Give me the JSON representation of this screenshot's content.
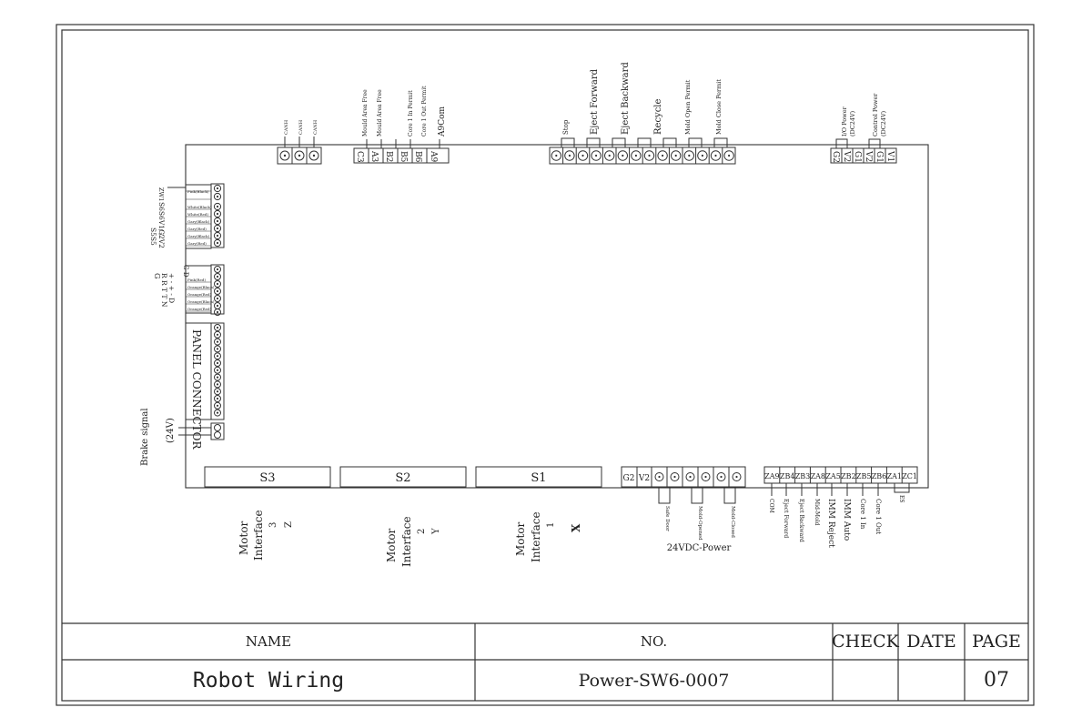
{
  "connectors": {
    "can": [
      "CANH",
      "CANH",
      "CANH"
    ],
    "top_signals": {
      "labels": [
        "Mould Area Free",
        "Mould Area Free",
        "Core 1 In Permit",
        "Core 1 Out Permit",
        "A9Com"
      ],
      "pins": [
        "C3",
        "A3",
        "B2",
        "B5",
        "B6",
        "A9"
      ]
    },
    "io_labels": [
      "Stop",
      "Eject Forward",
      "Eject Backward",
      "Recycle",
      "Mold Open  Permit",
      "Mold Close Permit"
    ],
    "power": {
      "labels": [
        "I/O Power",
        "(DC24V)",
        "Control Power",
        "(DC24V)"
      ],
      "pins": [
        "G2",
        "V2",
        "G1",
        "V2",
        "G1",
        "V1"
      ]
    },
    "left_top": {
      "wire_colors": [
        "Pink(Black)",
        "White(Black)",
        "White(Red)",
        "Gary(Black)",
        "Gary(Red)",
        "Gary(Black)",
        "Gary(Red)"
      ],
      "pin_text": "ZW1",
      "signal_text": "S6S6V1G2V2",
      "side_text": "S5S5"
    },
    "left_mid": {
      "wire_colors": [
        "Pink(Red)",
        "Orange(Black)",
        "Orange(Red)",
        "Orange(Black)",
        "Orange(Red)"
      ],
      "pin_text": "G  D",
      "side_col1": "G",
      "side_col2": "R R T T N",
      "side_col3": "+ - + - D"
    },
    "panel_connector": "PANEL CONNECTOR",
    "brake": {
      "label": "Brake signal",
      "voltage": "(24V)"
    },
    "slots": [
      "S3",
      "S2",
      "S1"
    ],
    "bottom_power": {
      "pins": [
        "G2",
        "V2"
      ],
      "labels": [
        "Safe Door",
        "Mold-Opened",
        "Mold-Closed"
      ],
      "caption": "24VDC-Power"
    },
    "bottom_right": {
      "pins": [
        "ZA9",
        "ZB4",
        "ZB3",
        "ZA8",
        "ZA5",
        "ZB2",
        "ZB5",
        "ZB6",
        "ZA1",
        "ZC1"
      ],
      "labels": [
        "COM",
        "Eject Forward",
        "Eject Backward",
        "Mid-Mold",
        "IMM Reject",
        "IMM Auto",
        "Core 1 In",
        "Core 1 Out"
      ],
      "es": "ES"
    }
  },
  "motors": [
    {
      "title": "Motor",
      "sub": "Interface",
      "num": "3",
      "axis": "Z"
    },
    {
      "title": "Motor",
      "sub": "Interface",
      "num": "2",
      "axis": "Y"
    },
    {
      "title": "Motor",
      "sub": "Interface",
      "num": "1",
      "axis": "X"
    }
  ],
  "title_block": {
    "name_header": "NAME",
    "no_header": "NO.",
    "check_header": "CHECK",
    "date_header": "DATE",
    "page_header": "PAGE",
    "name_value": "Robot Wiring",
    "no_value": "Power-SW6-0007",
    "check_value": "",
    "date_value": "",
    "page_value": "07"
  }
}
